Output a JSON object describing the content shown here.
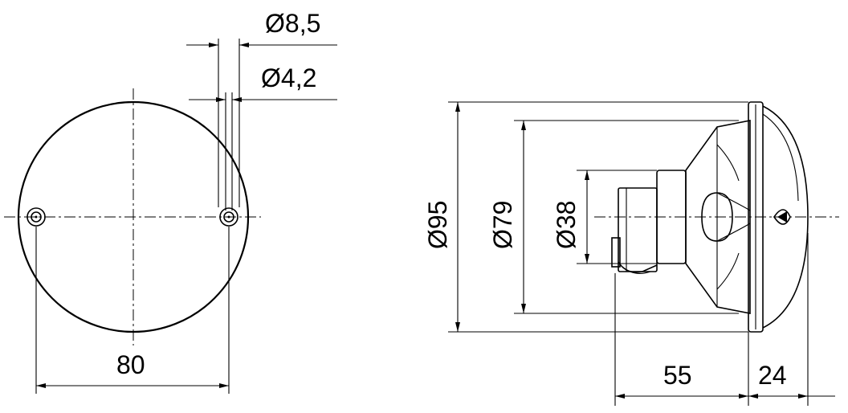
{
  "dimensions": {
    "hole_outer": "Ø8,5",
    "hole_inner": "Ø4,2",
    "hole_spacing": "80",
    "outer_diameter": "Ø95",
    "lens_diameter": "Ø79",
    "socket_diameter": "Ø38",
    "depth_body": "55",
    "depth_lens": "24"
  }
}
